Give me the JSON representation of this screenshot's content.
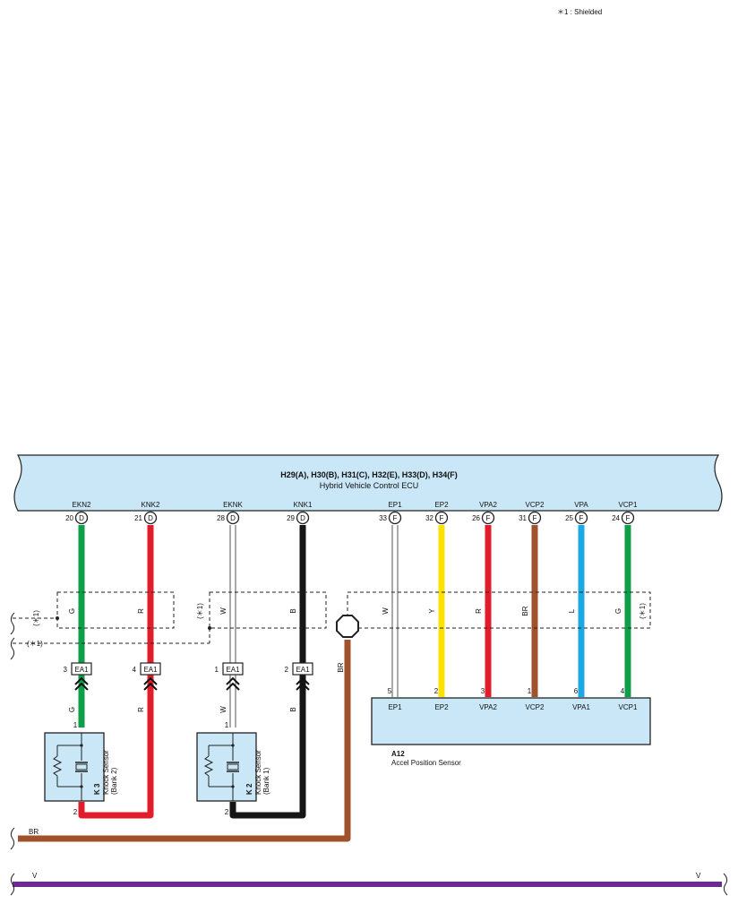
{
  "legend": {
    "shielded_note": "＊1 : Shielded"
  },
  "ecu": {
    "connectors": "H29(A), H30(B), H31(C), H32(E), H33(D), H34(F)",
    "name": "Hybrid Vehicle Control ECU",
    "pins": [
      {
        "terminal": "EKN2",
        "pin": "20",
        "conn": "D",
        "wire": "G"
      },
      {
        "terminal": "KNK2",
        "pin": "21",
        "conn": "D",
        "wire": "R"
      },
      {
        "terminal": "EKNK",
        "pin": "28",
        "conn": "D",
        "wire": "W"
      },
      {
        "terminal": "KNK1",
        "pin": "29",
        "conn": "D",
        "wire": "B"
      },
      {
        "terminal": "EP1",
        "pin": "33",
        "conn": "F",
        "wire": "W"
      },
      {
        "terminal": "EP2",
        "pin": "32",
        "conn": "F",
        "wire": "Y"
      },
      {
        "terminal": "VPA2",
        "pin": "26",
        "conn": "F",
        "wire": "R"
      },
      {
        "terminal": "VCP2",
        "pin": "31",
        "conn": "F",
        "wire": "BR"
      },
      {
        "terminal": "VPA",
        "pin": "25",
        "conn": "F",
        "wire": "L"
      },
      {
        "terminal": "VCP1",
        "pin": "24",
        "conn": "F",
        "wire": "G"
      }
    ]
  },
  "shield_labels": {
    "left_upper": "(＊1)",
    "left_lower": "(＊1)",
    "mid": "(＊1)",
    "right": "(＊1)"
  },
  "ground_point_wire": "BR",
  "junction_connectors": [
    {
      "pin": "3",
      "name": "EA1",
      "wire": "G"
    },
    {
      "pin": "4",
      "name": "EA1",
      "wire": "R"
    },
    {
      "pin": "1",
      "name": "EA1",
      "wire": "W"
    },
    {
      "pin": "2",
      "name": "EA1",
      "wire": "B"
    }
  ],
  "knock_sensors": [
    {
      "code": "K 3",
      "name": "Knock Sensor",
      "bank": "(Bank 2)",
      "pin_top": "1",
      "pin_bottom": "2"
    },
    {
      "code": "K 2",
      "name": "Knock Sensor",
      "bank": "(Bank 1)",
      "pin_top": "1",
      "pin_bottom": "2"
    }
  ],
  "accel_sensor": {
    "code": "A12",
    "name": "Accel Position Sensor",
    "pins": [
      {
        "pin": "5",
        "terminal": "EP1"
      },
      {
        "pin": "2",
        "terminal": "EP2"
      },
      {
        "pin": "3",
        "terminal": "VPA2"
      },
      {
        "pin": "1",
        "terminal": "VCP2"
      },
      {
        "pin": "6",
        "terminal": "VPA1"
      },
      {
        "pin": "4",
        "terminal": "VCP1"
      }
    ]
  },
  "bottom_wires": {
    "br_label": "BR",
    "v_label_left": "V",
    "v_label_right": "V"
  },
  "colors": {
    "ecu_fill": "#c9e7f7",
    "green": "#0f9e4a",
    "red": "#e11d2b",
    "white": "#ffffff",
    "black": "#161616",
    "yellow": "#ffe100",
    "brown": "#a0522d",
    "blue": "#1ba8e3",
    "violet": "#6b2c91"
  }
}
